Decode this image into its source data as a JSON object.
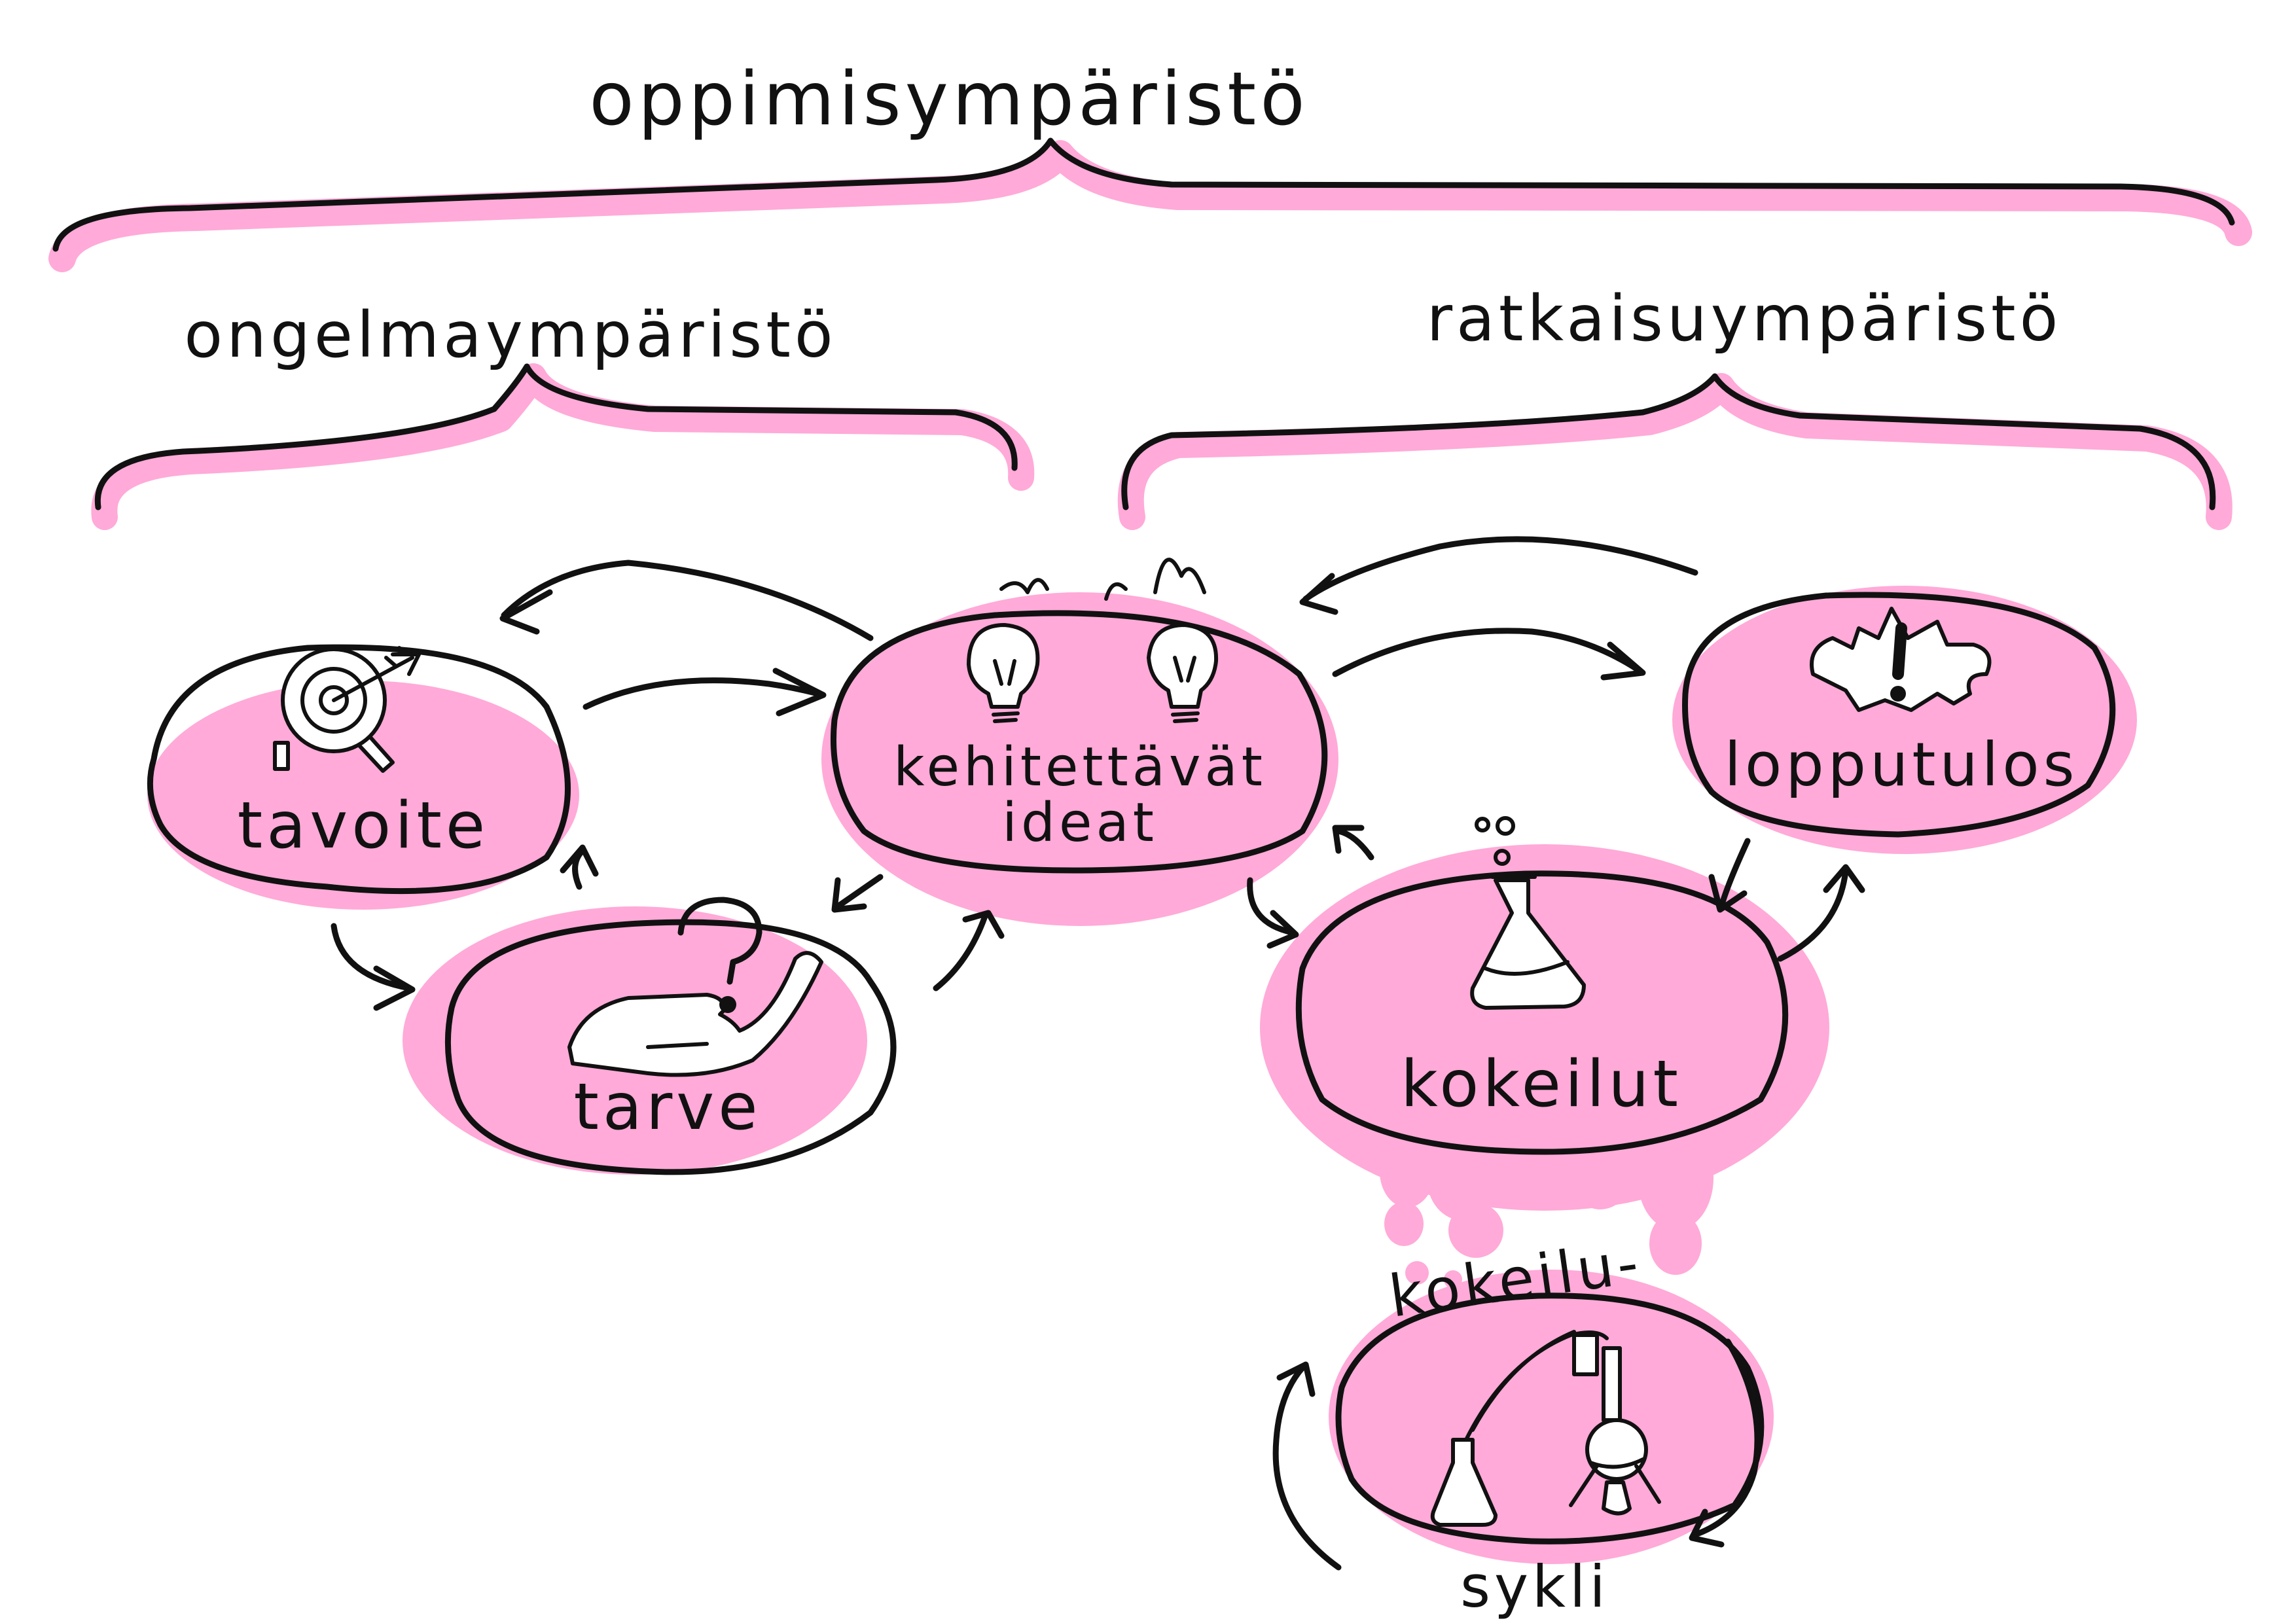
{
  "colors": {
    "highlight": "#ffaad8",
    "ink": "#111111",
    "background": "#ffffff"
  },
  "headings": {
    "top": "oppimisympäristö",
    "left": "ongelmaympäristö",
    "right": "ratkaisuympäristö"
  },
  "nodes": {
    "goal": {
      "label": "tavoite",
      "icon": "target-icon"
    },
    "need": {
      "label": "tarve",
      "icon": "hand-question-icon"
    },
    "ideas": {
      "label_line1": "kehitettävät",
      "label_line2": "ideat",
      "icon": "lightbulbs-icon"
    },
    "result": {
      "label": "lopputulos",
      "icon": "exclamation-burst-icon"
    },
    "experiments": {
      "label": "kokeilut",
      "icon": "flask-icon"
    },
    "cycle": {
      "label_top": "kokeilu-",
      "label_bottom": "sykli",
      "icon": "lab-equipment-icon"
    }
  }
}
